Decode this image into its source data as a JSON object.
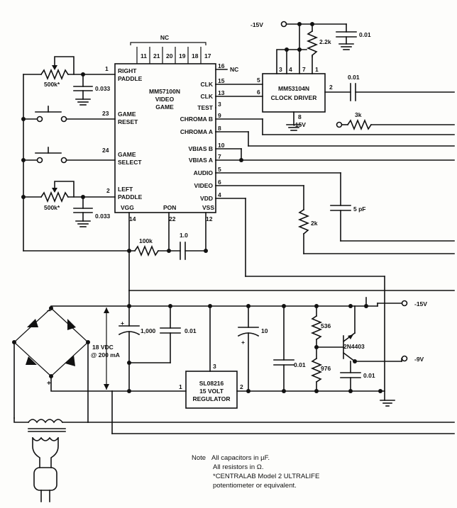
{
  "ic_main": {
    "part": "MM57100N",
    "func1": "VIDEO",
    "func2": "GAME",
    "nc_top": "NC",
    "top_pins": [
      "11",
      "21",
      "20",
      "19",
      "18",
      "17"
    ],
    "left": [
      {
        "pin": "1",
        "l1": "RIGHT",
        "l2": "PADDLE"
      },
      {
        "pin": "23",
        "l1": "GAME",
        "l2": "RESET"
      },
      {
        "pin": "24",
        "l1": "GAME",
        "l2": "SELECT"
      },
      {
        "pin": "2",
        "l1": "LEFT",
        "l2": "PADDLE"
      }
    ],
    "right": [
      {
        "pin": "16",
        "label": "NC"
      },
      {
        "pin": "15",
        "label": "CLK"
      },
      {
        "pin": "13",
        "label": "CLK"
      },
      {
        "pin": "3",
        "label": "TEST"
      },
      {
        "pin": "9",
        "label": "CHROMA B"
      },
      {
        "pin": "8",
        "label": "CHROMA A"
      },
      {
        "pin": "10",
        "label": "VBIAS B"
      },
      {
        "pin": "7",
        "label": "VBIAS A"
      },
      {
        "pin": "5",
        "label": "AUDIO"
      },
      {
        "pin": "6",
        "label": "VIDEO"
      },
      {
        "pin": "4",
        "label": "VDD"
      }
    ],
    "bottom": [
      {
        "pin": "14",
        "label": "VGG"
      },
      {
        "pin": "22",
        "label": "PON"
      },
      {
        "pin": "12",
        "label": "VSS"
      }
    ]
  },
  "ic_clock": {
    "part": "MM53104N",
    "func": "CLOCK DRIVER",
    "top_pins": [
      "3",
      "4",
      "7",
      "1"
    ],
    "pins": {
      "in1": "5",
      "in2": "6",
      "out": "2",
      "gnd": "8"
    }
  },
  "ic_reg": {
    "part": "SL08216",
    "l1": "15 VOLT",
    "l2": "REGULATOR",
    "pins": {
      "in": "1",
      "out": "2",
      "adj": "3"
    }
  },
  "components": {
    "pot_right": "500k*",
    "pot_left": "500k*",
    "c_right": "0.033",
    "c_left": "0.033",
    "r_100k": "100k",
    "c_1_0": "1.0",
    "r_2_2k": "2.2k",
    "c_top": "0.01",
    "c_clk": "0.01",
    "r_3k": "3k",
    "c_5pf": "5 pF",
    "r_2k": "2k",
    "c_1000": "1,000",
    "c_001a": "0.01",
    "c_10": "10",
    "c_001b": "0.01",
    "r_536": "536",
    "r_976": "976",
    "c_001c": "0.01",
    "transistor": "2N4403"
  },
  "supply": {
    "v1": "18 VDC",
    "v2": "@ 200 mA",
    "plus": "+",
    "minus": "−"
  },
  "rails": {
    "top_clock": "-15V",
    "clk_sub": "-15V",
    "out15": "-15V",
    "out9": "-9V"
  },
  "note": {
    "label": "Note",
    "l1": "All capacitors in µF.",
    "l2": "All resistors in Ω.",
    "l3": "*CENTRALAB Model 2 ULTRALIFE",
    "l4": "potentiometer or equivalent."
  }
}
